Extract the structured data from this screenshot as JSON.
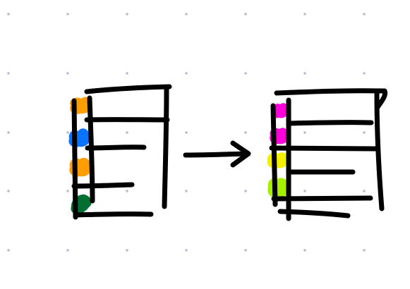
{
  "colors": {
    "background": "#ffffff",
    "grid_dot": "#b8b8d8",
    "ink": "#000000"
  },
  "before_markers": [
    {
      "name": "orange-marker-1",
      "color": "#ff9d00"
    },
    {
      "name": "blue-marker",
      "color": "#0a73ff"
    },
    {
      "name": "orange-marker-2",
      "color": "#ff9d00"
    },
    {
      "name": "green-marker",
      "color": "#007032"
    }
  ],
  "after_markers": [
    {
      "name": "magenta-marker-1",
      "color": "#ff00d8"
    },
    {
      "name": "magenta-marker-2",
      "color": "#ff00d8"
    },
    {
      "name": "yellow-marker",
      "color": "#f5ef00"
    },
    {
      "name": "lime-marker",
      "color": "#a6ef00"
    }
  ],
  "arrow": {
    "icon": "right-arrow-icon"
  }
}
